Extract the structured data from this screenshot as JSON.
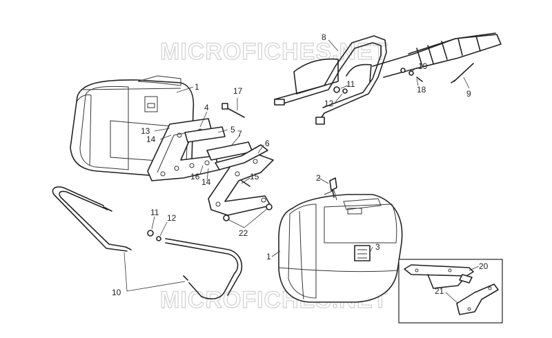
{
  "watermark": {
    "text": "MICROFICHES.NET"
  },
  "callouts": {
    "c1_top": "1",
    "c1_bottom": "1",
    "c2": "2",
    "c3": "3",
    "c4": "4",
    "c5": "5",
    "c6": "6",
    "c7": "7",
    "c8": "8",
    "c9": "9",
    "c10": "10",
    "c11_top": "11",
    "c11_bottom": "11",
    "c12_top": "12",
    "c12_bottom": "12",
    "c13": "13",
    "c14_a": "14",
    "c14_b": "14",
    "c15": "15",
    "c16": "16",
    "c17": "17",
    "c18": "18",
    "c19": "19",
    "c20": "20",
    "c21": "21",
    "c22": "22"
  }
}
